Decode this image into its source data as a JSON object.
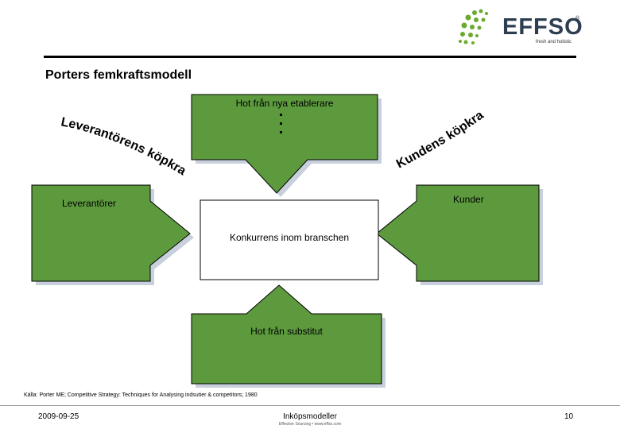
{
  "logo": {
    "brand_text": "EFFSO",
    "tagline": "fresh and holistic",
    "registered_mark": "®",
    "brand_color": "#6aaa2f",
    "text_color": "#2c3e50"
  },
  "slide": {
    "title": "Porters femkraftsmodell"
  },
  "diagram": {
    "colors": {
      "force_fill": "#5d9a3e",
      "force_stroke": "#000000",
      "shadow": "#c9d0dd",
      "center_fill": "#ffffff"
    },
    "top_force": "Hot från nya etablerare",
    "left_force": "Leverantörer",
    "right_force": "Kunder",
    "center_box": "Konkurrens inom branschen",
    "bottom_force": "Hot från substitut",
    "left_curved_label": "Leverantörens köpkraft",
    "right_curved_label": "Kundens köpkraft"
  },
  "footer": {
    "source": "Källa: Porter ME; Competitive Strategy: Techniques for Analysing indsutier & competitors; 1980",
    "date": "2009-09-25",
    "title": "Inköpsmodeller",
    "subtitle": "Effective Sourcing • www.effso.com",
    "page_number": "10"
  }
}
